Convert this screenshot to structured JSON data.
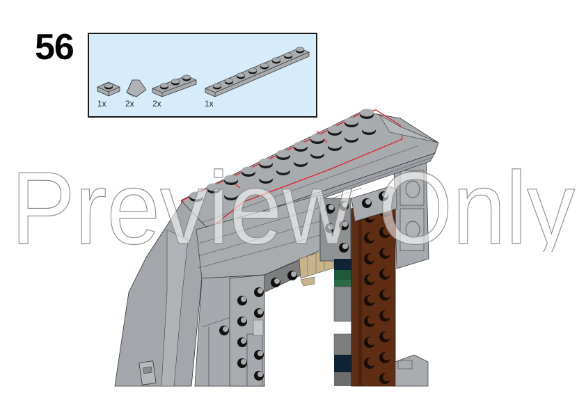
{
  "step": {
    "number": "56"
  },
  "parts_callout": {
    "background": "#d6ecfa",
    "parts": [
      {
        "name": "plate-1x1",
        "color": "light-bluish-gray",
        "quantity": "1x"
      },
      {
        "name": "slope-30-1x1",
        "color": "light-bluish-gray",
        "quantity": "2x"
      },
      {
        "name": "plate-1x3",
        "color": "light-bluish-gray",
        "quantity": "2x"
      },
      {
        "name": "plate-1x8",
        "color": "light-bluish-gray",
        "quantity": "1x"
      }
    ]
  },
  "model": {
    "highlight_color": "#e0202a",
    "colors": {
      "light_bluish_gray": "#a9acaf",
      "dark_bluish_gray": "#6b6e6c",
      "reddish_brown": "#5e2d14",
      "tan": "#c8b48c",
      "dark_green": "#1d5a3c",
      "dark_blue": "#0f2336"
    }
  },
  "watermark": {
    "text": "Preview Only"
  }
}
